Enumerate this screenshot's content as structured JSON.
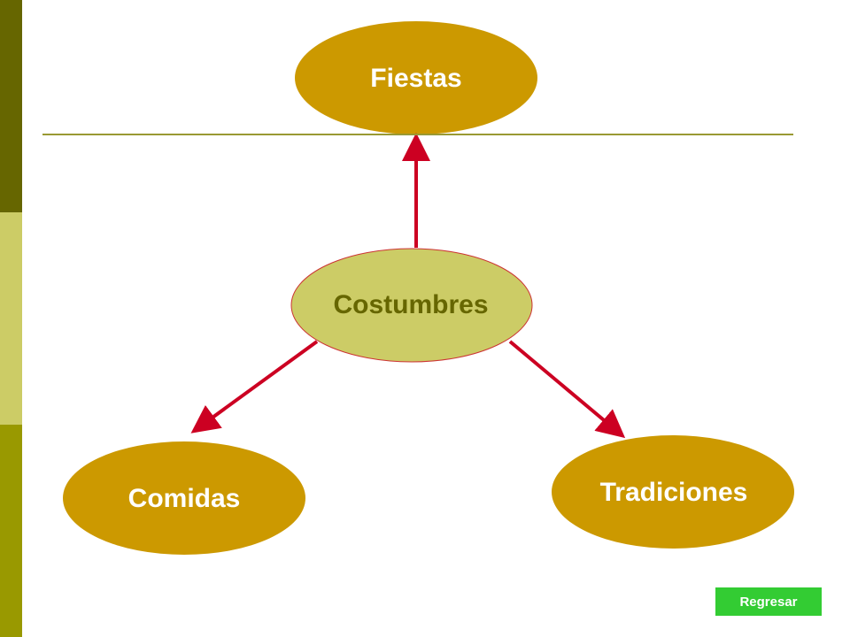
{
  "diagram": {
    "center": {
      "label": "Costumbres"
    },
    "nodes": [
      {
        "id": "fiestas",
        "label": "Fiestas"
      },
      {
        "id": "comidas",
        "label": "Comidas"
      },
      {
        "id": "tradiciones",
        "label": "Tradiciones"
      }
    ]
  },
  "navigation": {
    "back_label": "Regresar"
  },
  "colors": {
    "node_fill": "#cc9900",
    "center_fill": "#cccc66",
    "center_stroke": "#cc3333",
    "arrow": "#cc0022",
    "center_text": "#666600",
    "node_text": "#ffffff",
    "rule": "#999933",
    "sidebar_dark": "#666600",
    "sidebar_light": "#cccc66",
    "sidebar_olive": "#999900",
    "button": "#33cc33"
  }
}
